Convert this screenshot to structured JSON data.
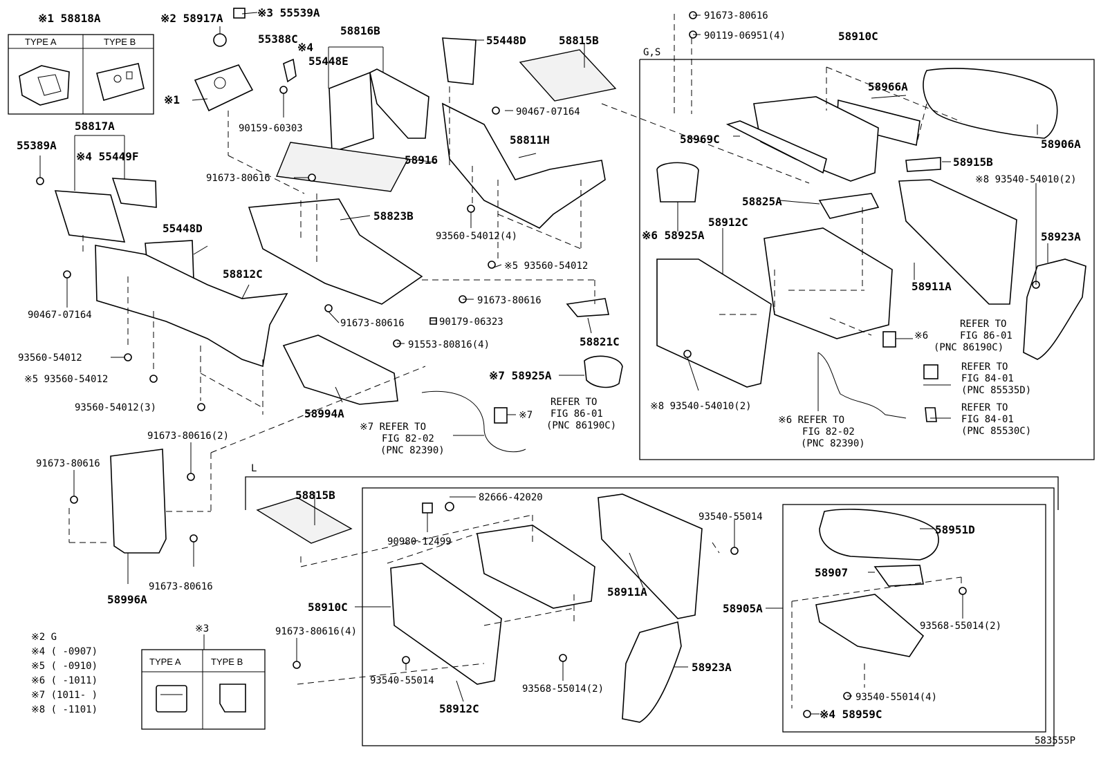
{
  "diagram_id": "583555P",
  "regions": {
    "gs": "G,S",
    "l": "L"
  },
  "type_a": "TYPE A",
  "type_b": "TYPE B",
  "labels": {
    "p58818A": "※1 58818A",
    "p58917A": "※2 58917A",
    "p55539A": "※3 55539A",
    "p55388C": "55388C",
    "star4a": "※4",
    "p58816B": "58816B",
    "p55448E": "55448E",
    "p55448D_top": "55448D",
    "p58815B_top": "58815B",
    "p91673_top": "91673-80616",
    "p90119": "90119-06951(4)",
    "p58910C_top": "58910C",
    "star1": "※1",
    "p90159": "90159-60303",
    "p90467_mid": "90467-07164",
    "p58811H": "58811H",
    "p58817A": "58817A",
    "p55389A": "55389A",
    "p55449F": "※4 55449F",
    "p58916": "58916",
    "p91673_a": "91673-80616",
    "p58823B": "58823B",
    "p93560_4": "93560-54012(4)",
    "p93560_s5a": "※5 93560-54012",
    "p55448D_mid": "55448D",
    "p58812C": "58812C",
    "p90467_left": "90467-07164",
    "p91673_b": "91673-80616",
    "p91673_c": "91673-80616",
    "p90179": "90179-06323",
    "p58821C": "58821C",
    "p93560_a": "93560-54012",
    "p93560_s5b": "※5 93560-54012",
    "p91553": "91553-80816(4)",
    "p93560_3": "93560-54012(3)",
    "p58994A": "58994A",
    "p58925A_7": "※7 58925A",
    "ref86_a1": "REFER TO",
    "ref86_a2": "FIG 86-01",
    "ref86_a3": "(PNC 86190C)",
    "star7b": "※7",
    "ref82_a1": "※7 REFER TO",
    "ref82_a2": "FIG 82-02",
    "ref82_a3": "(PNC 82390)",
    "p91673_2": "91673-80616(2)",
    "p91673_d": "91673-80616",
    "p91673_e": "91673-80616",
    "p58996A": "58996A",
    "p58966A": "58966A",
    "p58906A": "58906A",
    "p58969C": "58969C",
    "p58915B": "58915B",
    "p93540_8a": "※8 93540-54010(2)",
    "p58925A_6": "※6 58925A",
    "p58912C_top": "58912C",
    "p58825A": "58825A",
    "p58923A_top": "58923A",
    "p58911A_top": "58911A",
    "ref86_b1": "REFER TO",
    "ref86_b2": "FIG 86-01",
    "ref86_b3": "(PNC 86190C)",
    "star6c": "※6",
    "ref84_a1": "REFER TO",
    "ref84_a2": "FIG 84-01",
    "ref84_a3": "(PNC 85535D)",
    "ref84_b1": "REFER TO",
    "ref84_b2": "FIG 84-01",
    "ref84_b3": "(PNC 85530C)",
    "p93540_8b": "※8 93540-54010(2)",
    "ref82_b1": "※6 REFER TO",
    "ref82_b2": "FIG 82-02",
    "ref82_b3": "(PNC 82390)",
    "p58815B_bot": "58815B",
    "p82666": "82666-42020",
    "p90980": "90980-12499",
    "p93540_55014_a": "93540-55014",
    "p58951D": "58951D",
    "p58907": "58907",
    "p58910C_bot": "58910C",
    "p58911A_bot": "58911A",
    "p58905A": "58905A",
    "p93568_2a": "93568-55014(2)",
    "p91673_4": "91673-80616(4)",
    "p58923A_bot": "58923A",
    "p93540_55014_b": "93540-55014",
    "p93568_2b": "93568-55014(2)",
    "p93540_4": "93540-55014(4)",
    "p58912C_bot": "58912C",
    "p58959C": "※4 58959C"
  },
  "legend": {
    "n2": "※2 G",
    "n4": "※4 (    -0907)",
    "n5": "※5 (    -0910)",
    "n6": "※6 (    -1011)",
    "n7": "※7 (1011-    )",
    "n8": "※8 (    -1101)",
    "n3": "※3"
  }
}
